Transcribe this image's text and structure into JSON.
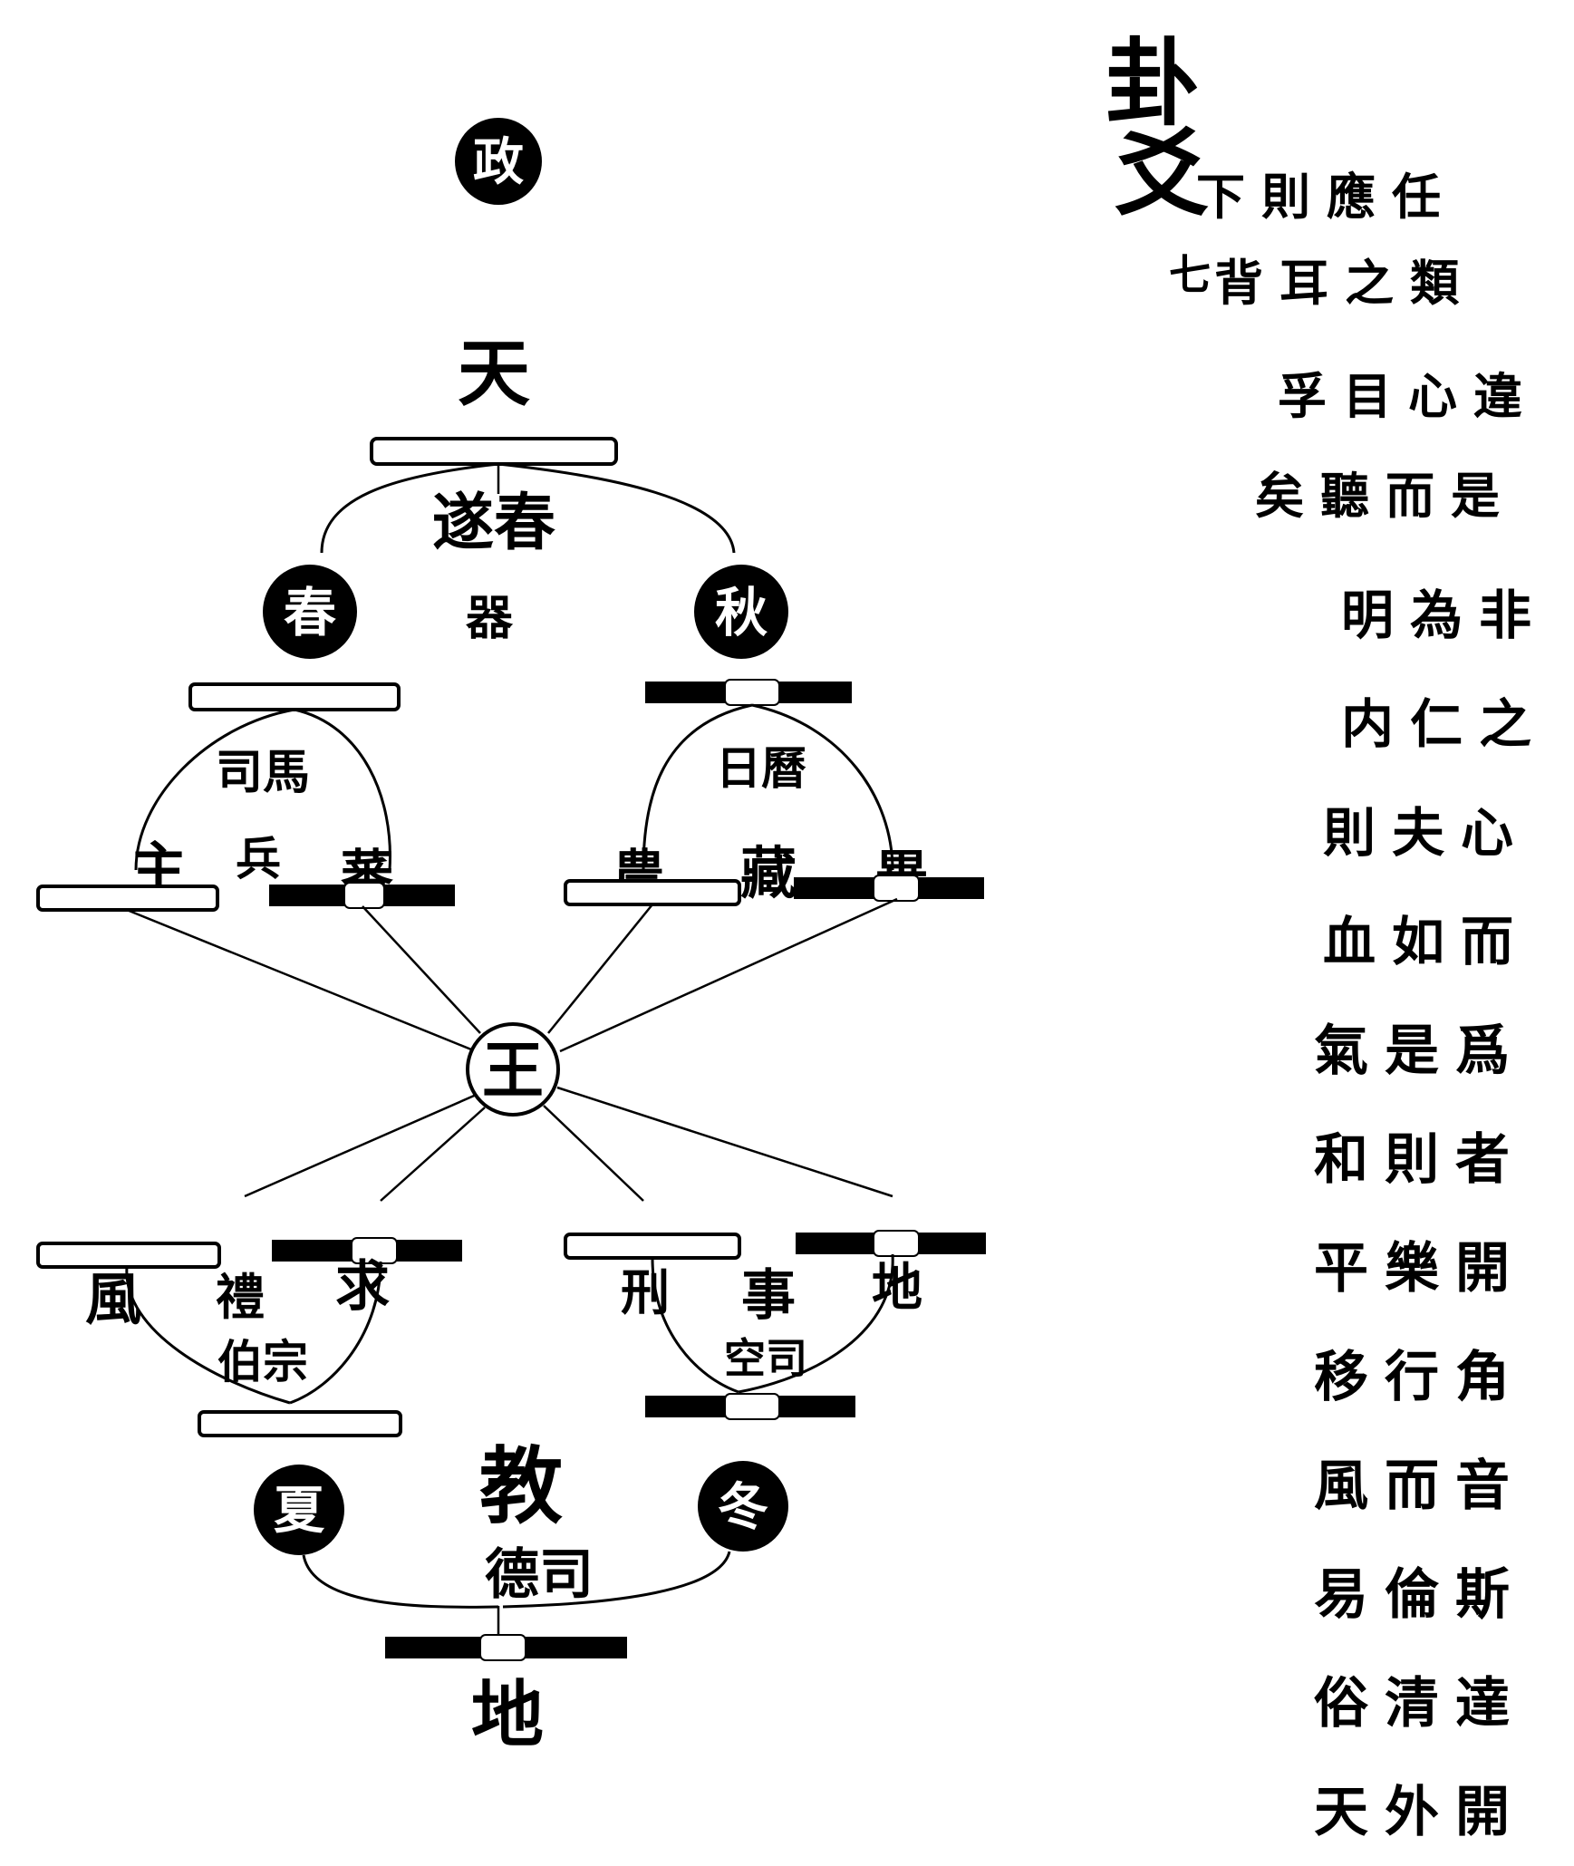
{
  "diagram": {
    "top_label": "政",
    "heaven": "天",
    "earth": "地",
    "center": "王",
    "top_center_text": [
      "遂春",
      "器"
    ],
    "bottom_center_text": [
      "教",
      "德司"
    ],
    "seasons": {
      "spring": "春",
      "autumn": "秋",
      "summer": "夏",
      "winter": "冬"
    },
    "upper_left_mid": "司馬",
    "upper_left_a": "主",
    "upper_left_b": "兵",
    "upper_left_c": "蕃",
    "upper_right_mid": "日曆",
    "upper_right_a": "農",
    "upper_right_b": "藏",
    "upper_right_c": "畢",
    "lower_left_a": "風",
    "lower_left_b": "禮",
    "lower_left_c": "求",
    "lower_left_mid": "伯宗",
    "lower_right_a": "刑",
    "lower_right_b": "事",
    "lower_right_c": "地",
    "lower_right_mid": "空司"
  },
  "text": {
    "heading_1": "卦",
    "heading_2": "爻",
    "heading_3": "七",
    "rows": [
      "下則應任",
      "背耳之類",
      "孚目心違",
      "矣聽而是",
      "明為非",
      "内仁之",
      "則夫心",
      "血如而",
      "氣是爲",
      "和則者",
      "平樂開",
      "移行角",
      "風而音",
      "易倫斯",
      "俗清達",
      "天外開"
    ]
  }
}
